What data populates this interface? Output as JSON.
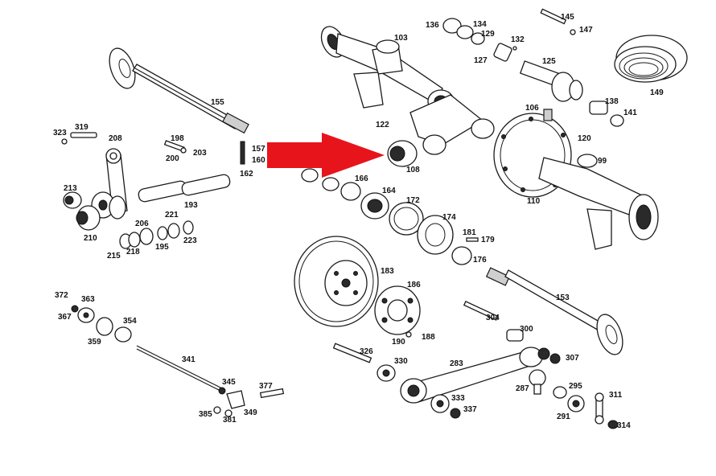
{
  "diagram": {
    "arrow_color": "#e8141b",
    "labels": [
      "155",
      "323",
      "319",
      "208",
      "198",
      "203",
      "200",
      "157",
      "160",
      "162",
      "213",
      "193",
      "210",
      "206",
      "221",
      "215",
      "218",
      "195",
      "223",
      "136",
      "134",
      "129",
      "132",
      "145",
      "147",
      "103",
      "127",
      "125",
      "149",
      "138",
      "141",
      "106",
      "120",
      "122",
      "108",
      "99",
      "110",
      "166",
      "164",
      "172",
      "174",
      "181",
      "179",
      "176",
      "183",
      "186",
      "153",
      "190",
      "188",
      "304",
      "300",
      "307",
      "326",
      "330",
      "283",
      "287",
      "295",
      "333",
      "337",
      "291",
      "311",
      "314",
      "372",
      "363",
      "367",
      "354",
      "359",
      "341",
      "345",
      "377",
      "385",
      "381",
      "349"
    ]
  }
}
